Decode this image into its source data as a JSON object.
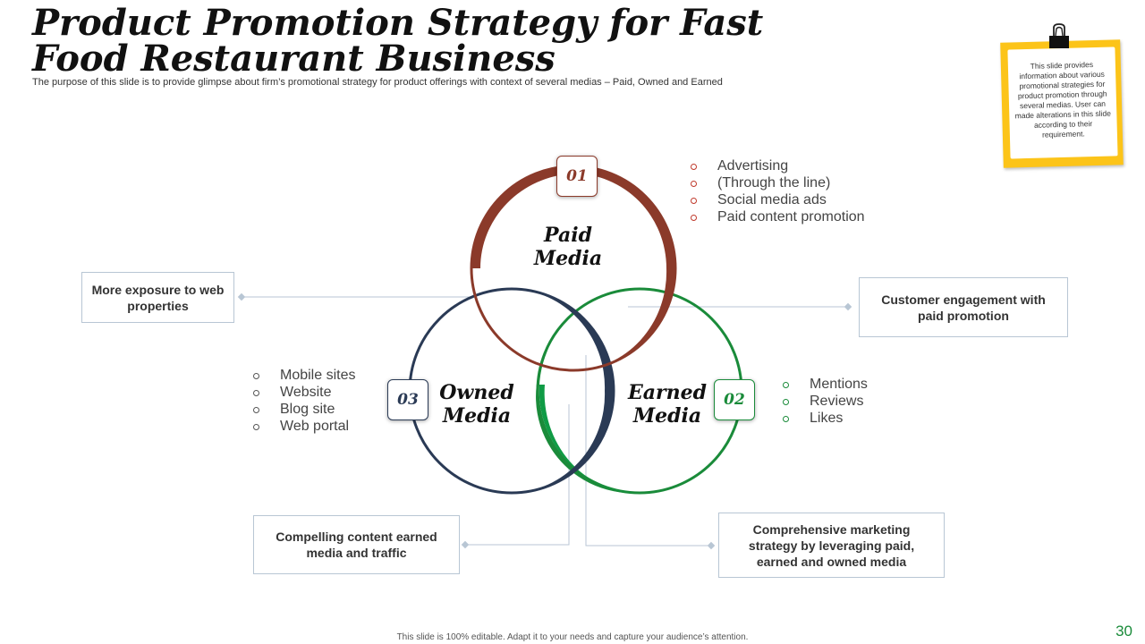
{
  "header": {
    "title": "Product Promotion Strategy for Fast Food Restaurant Business",
    "subtitle": "The purpose of this slide is to provide glimpse about firm’s promotional strategy for product offerings with context of several medias – Paid, Owned and Earned"
  },
  "sticky_note": {
    "text": "This slide provides information about various promotional strategies for product promotion through several medias. User can made alterations in this slide according to their requirement."
  },
  "diagram": {
    "paid": {
      "number": "01",
      "label_line1": "Paid",
      "label_line2": "Media",
      "color": "#8b3a2a",
      "bullets": [
        "Advertising",
        "(Through  the line)",
        "Social media ads",
        "Paid content promotion"
      ]
    },
    "earned": {
      "number": "02",
      "label_line1": "Earned",
      "label_line2": "Media",
      "color": "#1a8b3a",
      "bullets": [
        "Mentions",
        "Reviews",
        "Likes"
      ]
    },
    "owned": {
      "number": "03",
      "label_line1": "Owned",
      "label_line2": "Media",
      "color": "#2a3a55",
      "bullets": [
        "Mobile sites",
        "Website",
        "Blog site",
        "Web portal"
      ]
    },
    "callouts": {
      "paid_owned": "More exposure to web properties",
      "paid_earned": "Customer engagement with paid promotion",
      "owned_earned": "Compelling content earned media and traffic",
      "center": "Comprehensive marketing strategy by leveraging paid, earned and owned media"
    }
  },
  "footer": {
    "text": "This slide is 100% editable. Adapt it to your needs and capture your audience’s attention.",
    "page_number": "30"
  }
}
